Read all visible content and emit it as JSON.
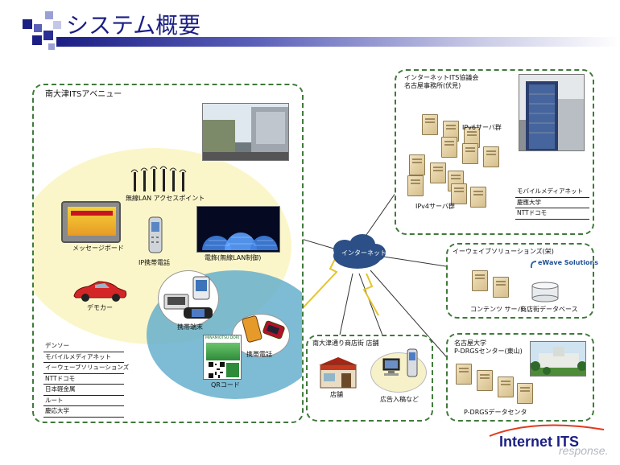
{
  "title": "システム概要",
  "colors": {
    "header_dark": "#1b1f84",
    "box_border": "#3f7a3a",
    "avenue_bg": "#fbf6c9",
    "store_circle": "#5fa8c8",
    "cloud": "#2b4f86",
    "logo_red": "#e03a1e"
  },
  "avenue": {
    "label": "南大津ITSアベニュー",
    "wlan_label": "無線LAN アクセスポイント",
    "board_label": "メッセージボード",
    "ip_phone_label": "IP携帯電話",
    "dome_label": "電飾(無線LAN制御)",
    "car_label": "デモカー",
    "terminal_label": "携帯端末",
    "phone_label": "携帯電話",
    "qr_label": "QRコード",
    "qr_card_text": "MINAMIOTSU DORI",
    "members": [
      "デンソー",
      "モバイルメディアネット",
      "イーウェーブソリューションズ",
      "NTTドコモ",
      "日本軽金属",
      "ルート",
      "慶応大学"
    ]
  },
  "internet": {
    "label": "インターネット"
  },
  "nagoya_office": {
    "title_line1": "インターネットITS協議会",
    "title_line2": "名古屋事務所(伏見)",
    "ipv6_label": "IPv6サーバ群",
    "ipv4_label": "IPv4サーバ群",
    "members": [
      "モバイルメディアネット",
      "慶應大学",
      "NTTドコモ"
    ]
  },
  "ewave": {
    "title": "イーウェイブソリューションズ(栄)",
    "logo": "eWave Solutions",
    "contents_label": "コンテンツ サーバ",
    "db_label": "商店街データベース"
  },
  "shopping": {
    "title": "南大津通り商店街 店舗",
    "store_label": "店舗",
    "ad_label": "広告入稿など"
  },
  "university": {
    "title_line1": "名古屋大学",
    "title_line2": "P-DRGSセンター(東山)",
    "data_label": "P-DRGSデータセンタ"
  },
  "footer": {
    "logo_text": "Internet ITS",
    "watermark": "response."
  }
}
